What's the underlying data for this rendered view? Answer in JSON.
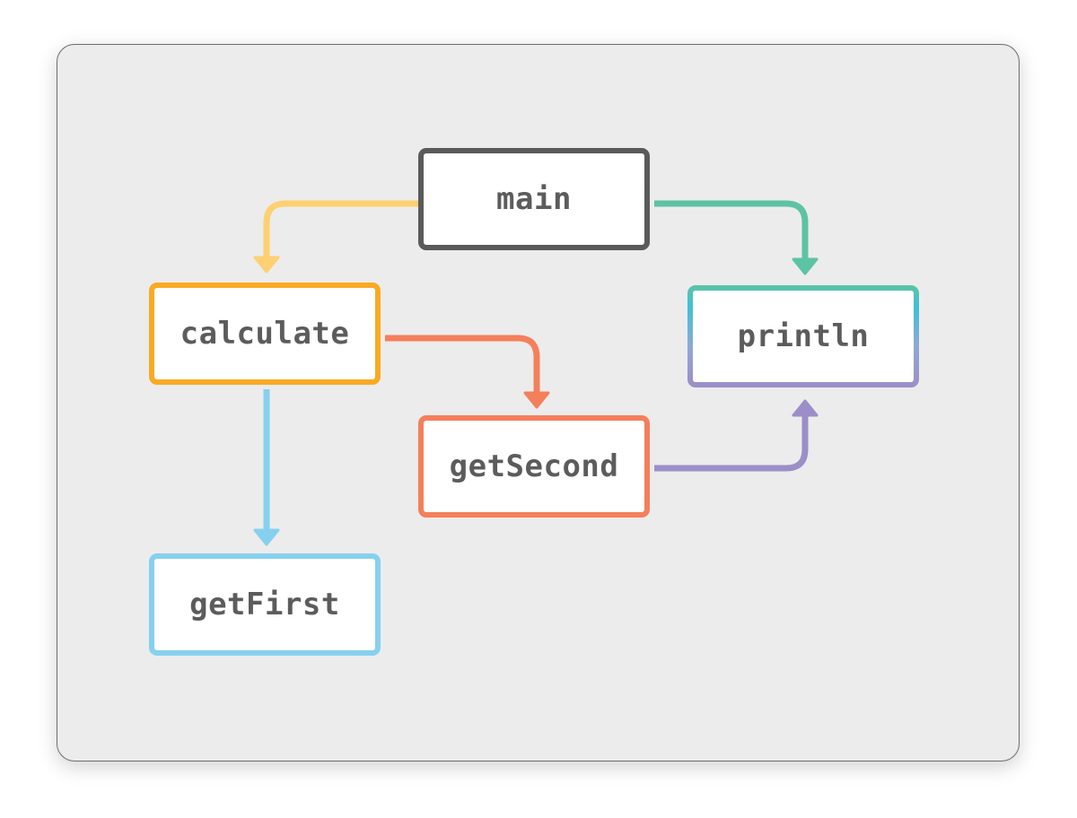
{
  "nodes": {
    "main": {
      "label": "main",
      "color": "#5a5a5a"
    },
    "calculate": {
      "label": "calculate",
      "color": "#f9aa23"
    },
    "println": {
      "label": "println",
      "color_top": "#5dc3a5",
      "color_bottom": "#9c8ec8"
    },
    "getSecond": {
      "label": "getSecond",
      "color": "#f47f5b"
    },
    "getFirst": {
      "label": "getFirst",
      "color": "#86d0ef"
    }
  },
  "edges": [
    {
      "from": "main",
      "to": "calculate",
      "color": "#fdd071"
    },
    {
      "from": "main",
      "to": "println",
      "color": "#5dc3a5"
    },
    {
      "from": "calculate",
      "to": "getSecond",
      "color": "#f47f5b"
    },
    {
      "from": "calculate",
      "to": "getFirst",
      "color": "#86d0ef"
    },
    {
      "from": "getSecond",
      "to": "println",
      "color": "#9c8ec8"
    }
  ]
}
